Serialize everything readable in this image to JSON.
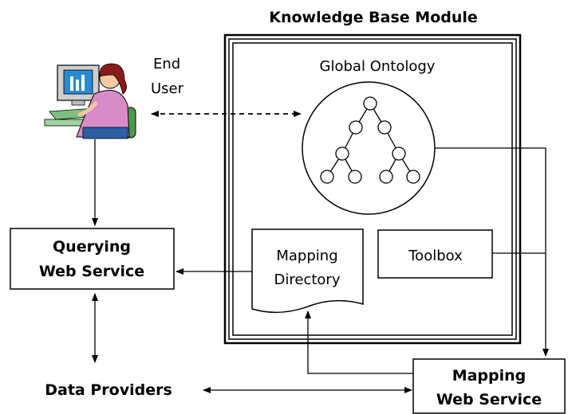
{
  "title": "Knowledge Base Module",
  "end_user": {
    "line1": "End",
    "line2": "User"
  },
  "global_ontology": "Global Ontology",
  "querying_ws": {
    "line1": "Querying",
    "line2": "Web Service"
  },
  "mapping_directory": {
    "line1": "Mapping",
    "line2": "Directory"
  },
  "toolbox": "Toolbox",
  "data_providers": "Data Providers",
  "mapping_ws": {
    "line1": "Mapping",
    "line2": "Web Service"
  },
  "colors": {
    "line": "#000000",
    "monitor": "#2a8ad0",
    "hair": "#8b1a1a",
    "shirt": "#d98ac8",
    "chair": "#4a9a4a",
    "keyboard": "#7fbf7f",
    "skin": "#f2c9a0"
  }
}
